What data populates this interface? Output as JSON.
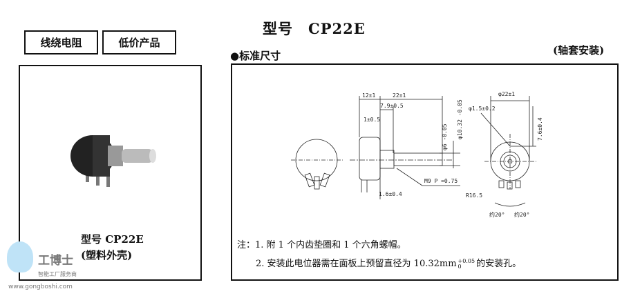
{
  "title": "型号　CP22E",
  "tags": [
    "线绕电阻",
    "低价产品"
  ],
  "left_panel": {
    "model": "型号 CP22E",
    "housing": "(塑料外壳)"
  },
  "section_label": "●标准尺寸",
  "mount_type": "(轴套安装)",
  "dimensions": {
    "d1": "12±1",
    "d2": "22±1",
    "d3": "7.9±0.5",
    "d4": "1±0.5",
    "d5": "1.6±0.4",
    "d6": "φ6 -0.05",
    "d7": "φ10.32 -0.05",
    "thread": "M9 P =0.75",
    "d8": "φ22±1",
    "d9": "φ1.5±0.2",
    "d10": "7.6±0.4",
    "radius": "R16.5",
    "angle1": "约20°",
    "angle2": "约20°"
  },
  "notes": [
    "注：1. 附 1 个内齿垫圈和 1 个六角螺帽。",
    "2. 安装此电位器需在面板上预留直径为 10.32mm",
    "+0.05",
    "0",
    "的安装孔。"
  ],
  "watermark": {
    "brand": "工博士",
    "slogan": "智能工厂服务商",
    "url": "www.gongboshi.com"
  }
}
